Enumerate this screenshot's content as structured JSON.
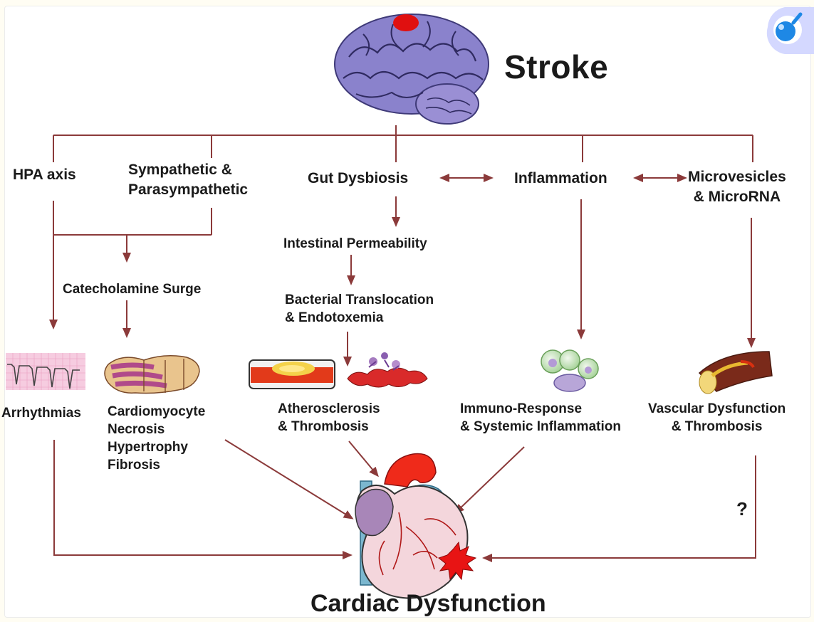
{
  "title": "Stroke",
  "footer": "Cardiac Dysfunction",
  "pathways": {
    "hpa": "HPA axis",
    "autonomic": [
      "Sympathetic &",
      "Parasympathetic"
    ],
    "gut": "Gut Dysbiosis",
    "inflammation": "Inflammation",
    "microvesicles": [
      "Microvesicles",
      "& MicroRNA"
    ]
  },
  "intermediates": {
    "catecholamine": "Catecholamine Surge",
    "intestinal": "Intestinal Permeability",
    "bacterial": [
      "Bacterial Translocation",
      "& Endotoxemia"
    ]
  },
  "outcomes": {
    "arrhythmias": "Arrhythmias",
    "cardiomyocyte": [
      "Cardiomyocyte",
      "Necrosis",
      "Hypertrophy",
      "Fibrosis"
    ],
    "athero": [
      "Atherosclerosis",
      "& Thrombosis"
    ],
    "immuno": [
      "Immuno-Response",
      "& Systemic Inflammation"
    ],
    "vascular": [
      "Vascular Dysfunction",
      "& Thrombosis"
    ]
  },
  "uncertain_marker": "?",
  "colors": {
    "arrow": "#8b3a3a",
    "brain": "#8078c8",
    "lesion": "#e01010",
    "accent": "#1e88e5"
  },
  "icons": [
    "brain-icon",
    "ecg-icon",
    "muscle-fiber-icon",
    "artery-plaque-icon",
    "platelet-icon",
    "immune-cells-icon",
    "blood-vessel-icon",
    "heart-icon",
    "zoom-icon"
  ]
}
